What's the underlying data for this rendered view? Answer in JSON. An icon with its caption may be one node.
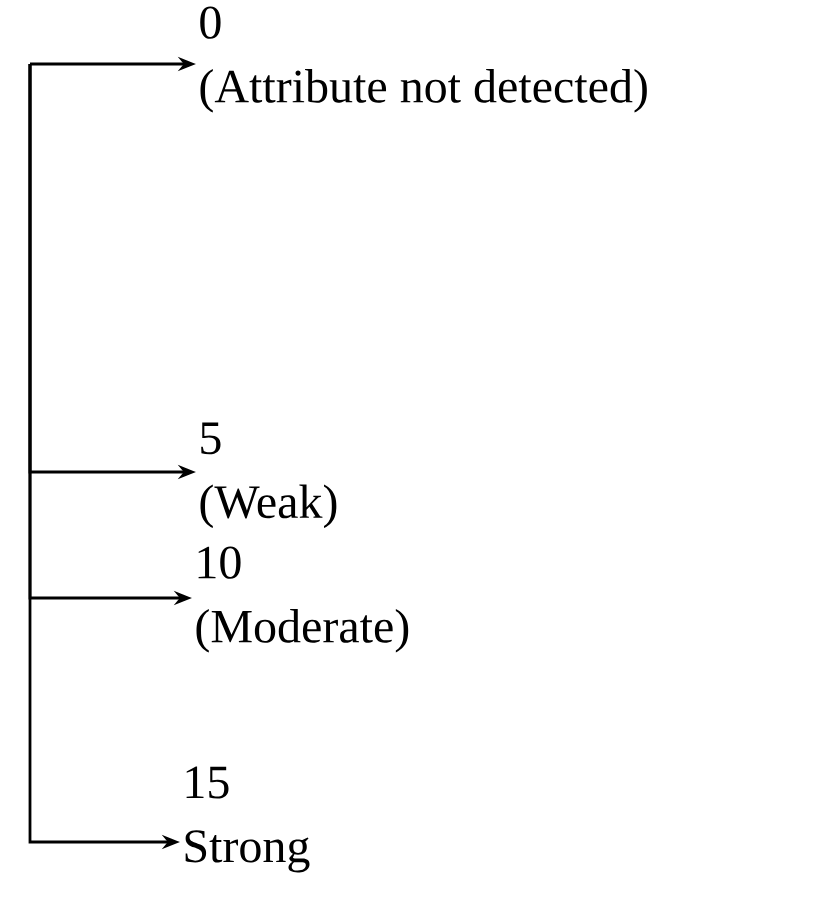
{
  "diagram": {
    "nodes": [
      {
        "text": [
          "0",
          "(Attribute not detected)"
        ]
      },
      {
        "text": [
          "5",
          "(Weak)"
        ]
      },
      {
        "text": [
          "10",
          "(Moderate)"
        ]
      },
      {
        "text": [
          "15",
          "Strong"
        ]
      }
    ],
    "edges": [
      {
        "from": null,
        "to": 0,
        "arrow": "to"
      },
      {
        "from": null,
        "to": 1,
        "arrow": "to"
      },
      {
        "from": null,
        "to": 2,
        "arrow": "to"
      },
      {
        "from": null,
        "to": 3,
        "arrow": "to"
      }
    ]
  }
}
